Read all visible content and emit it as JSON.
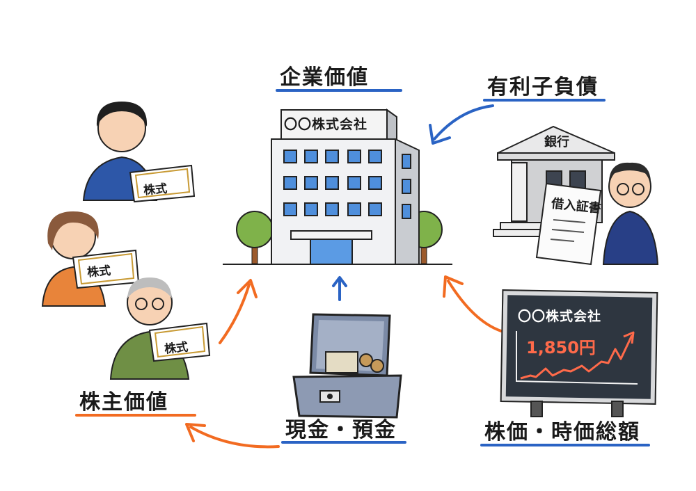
{
  "labels": {
    "enterprise_value": "企業価値",
    "interest_bearing_debt": "有利子負債",
    "shareholder_value": "株主価値",
    "cash_deposits": "現金・預金",
    "stock_price_market_cap": "株価・時価総額"
  },
  "building": {
    "sign": "〇〇株式会社"
  },
  "bank": {
    "sign": "銀行",
    "document": "借入証書"
  },
  "shareholders": [
    {
      "certificate": "株式"
    },
    {
      "certificate": "株式"
    },
    {
      "certificate": "株式"
    }
  ],
  "stock_board": {
    "company": "〇〇株式会社",
    "price": "1,850円"
  },
  "colors": {
    "blue": "#2a63c4",
    "orange": "#f26b21",
    "board": "#2e3640"
  }
}
